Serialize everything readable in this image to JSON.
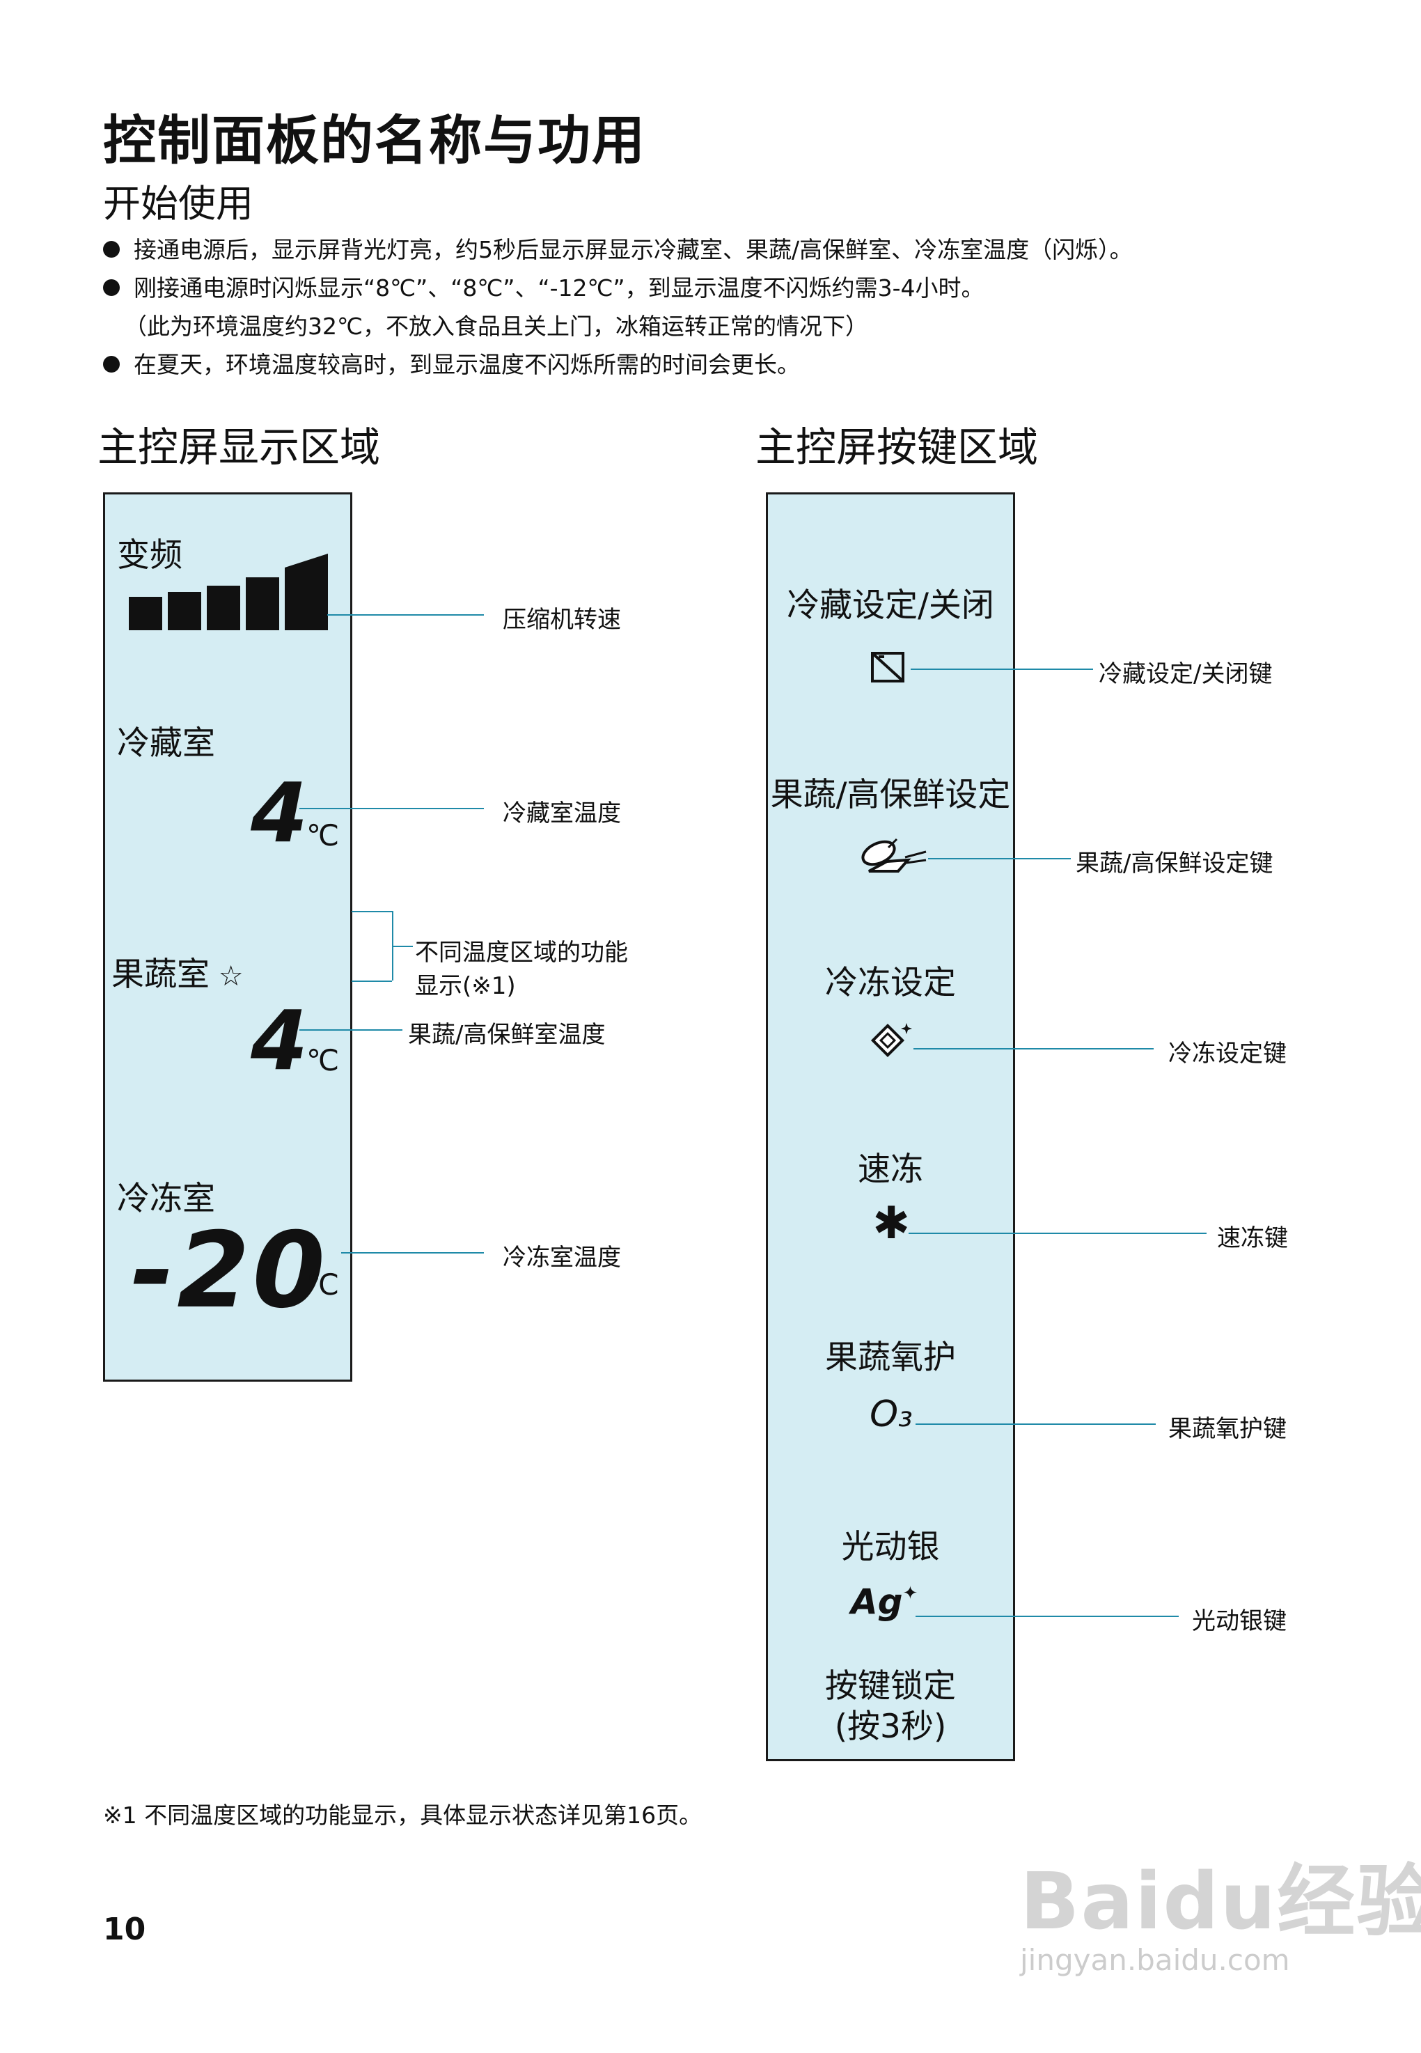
{
  "title": "控制面板的名称与功用",
  "subtitle": "开始使用",
  "bullets": [
    "接通电源后，显示屏背光灯亮，约5秒后显示屏显示冷藏室、果蔬/高保鲜室、冷冻室温度（闪烁）。",
    "刚接通电源时闪烁显示“8℃”、“8℃”、“-12℃”，到显示温度不闪烁约需3-4小时。",
    "在夏天，环境温度较高时，到显示温度不闪烁所需的时间会更长。"
  ],
  "bullet_note": "（此为环境温度约32℃，不放入食品且关上门，冰箱运转正常的情况下）",
  "display_section": {
    "heading": "主控屏显示区域",
    "inverter_label": "变频",
    "fridge_label": "冷藏室",
    "fridge_temp": "4",
    "veg_label": "果蔬室",
    "veg_temp": "4",
    "freezer_label": "冷冻室",
    "freezer_temp": "-20",
    "unit": "℃",
    "callouts": {
      "compressor": "压缩机转速",
      "fridge_temp": "冷藏室温度",
      "zone_function_1": "不同温度区域的功能",
      "zone_function_2": "显示(※1)",
      "veg_temp": "果蔬/高保鲜室温度",
      "freezer_temp": "冷冻室温度"
    }
  },
  "button_section": {
    "heading": "主控屏按键区域",
    "buttons": [
      {
        "label": "冷藏设定/关闭",
        "callout": "冷藏设定/关闭键",
        "icon": "fridge-set-icon"
      },
      {
        "label": "果蔬/高保鲜设定",
        "callout": "果蔬/高保鲜设定键",
        "icon": "vegetable-icon"
      },
      {
        "label": "冷冻设定",
        "callout": "冷冻设定键",
        "icon": "freeze-set-icon"
      },
      {
        "label": "速冻",
        "callout": "速冻键",
        "icon": "quick-freeze-icon",
        "glyph": "✱"
      },
      {
        "label": "果蔬氧护",
        "callout": "果蔬氧护键",
        "icon": "ozone-icon",
        "glyph": "O₃"
      },
      {
        "label": "光动银",
        "callout": "光动银键",
        "icon": "silver-icon",
        "glyph": "Ag"
      }
    ],
    "lock_label_1": "按键锁定",
    "lock_label_2": "(按3秒)"
  },
  "footnote": "※1 不同温度区域的功能显示，具体显示状态详见第16页。",
  "page_number": "10",
  "watermark": {
    "logo": "Baidu经验",
    "url": "jingyan.baidu.com"
  },
  "colors": {
    "panel": "#d5edf3",
    "leader_line": "#1f8aa8"
  }
}
